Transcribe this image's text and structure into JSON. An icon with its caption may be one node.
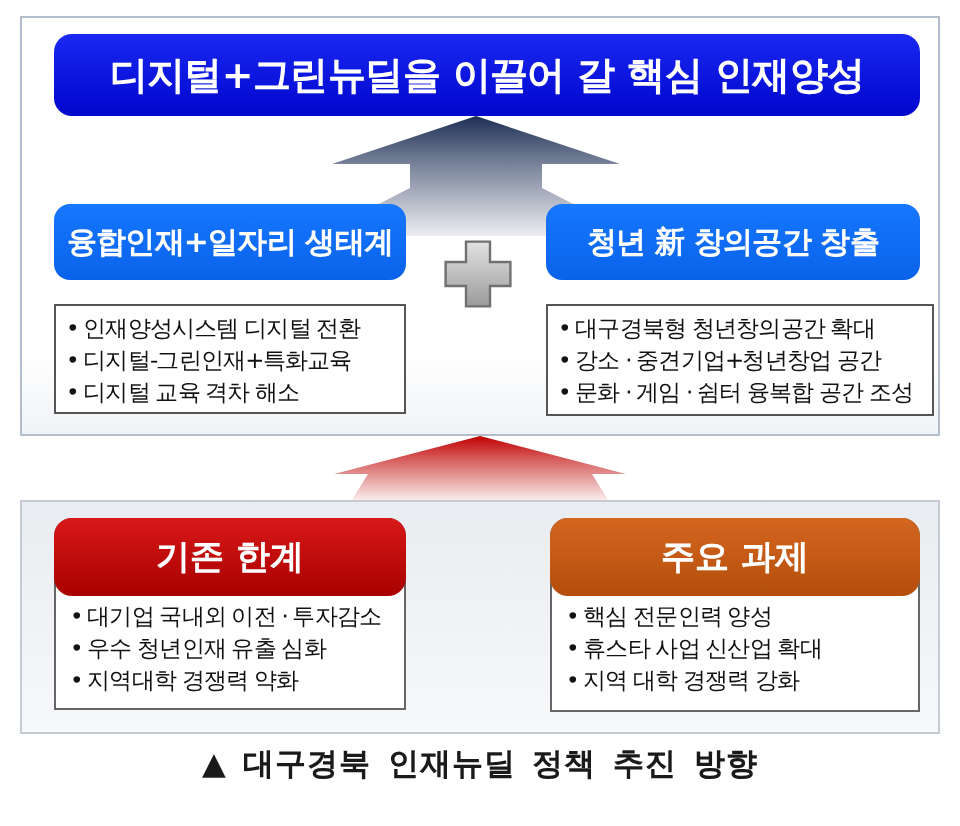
{
  "diagram": {
    "caption": "▲ 대구경북 인재뉴딜 정책 추진 방향",
    "nodes": [
      {
        "text": [],
        "shape": "box"
      },
      {
        "text": [
          "디지털+그린뉴딜을 이끌어 갈 핵심 인재양성"
        ],
        "in": 0
      },
      {
        "text": [
          "융합인재+일자리 생태계"
        ],
        "in": 0
      },
      {
        "text": [
          "• 인재양성시스템 디지털 전환",
          "• 디지털-그린인재+특화교육",
          "• 디지털 교육 격차 해소"
        ],
        "in": 0
      },
      {
        "text": [
          "청년 新 창의공간 창출"
        ],
        "in": 0
      },
      {
        "text": [
          "• 대구경북형 청년창의공간 확대",
          "• 강소 · 중견기업+청년창업 공간",
          "• 문화 · 게임 · 쉼터 융복합 공간 조성"
        ],
        "in": 0
      },
      {
        "text": [],
        "shape": "box"
      },
      {
        "text": [
          "기존 한계",
          "• 대기업 국내외 이전 · 투자감소",
          "• 우수 청년인재 유출 심화",
          "• 지역대학 경쟁력 약화"
        ],
        "in": 6
      },
      {
        "text": [
          "주요 과제",
          "• 핵심 전문인력 양성",
          "• 휴스타 사업 신산업 확대",
          "• 지역 대학 경쟁력 강화"
        ],
        "in": 6
      }
    ],
    "edges": [
      {
        "from": 2,
        "to": 1,
        "arrow": "to"
      },
      {
        "from": 4,
        "to": 1,
        "arrow": "to"
      },
      {
        "from": 6,
        "to": 0,
        "arrow": "to",
        "color": "#c00000"
      }
    ]
  }
}
